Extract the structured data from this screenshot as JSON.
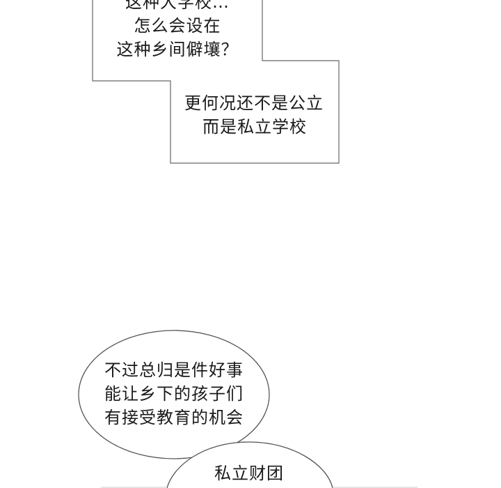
{
  "panels": [
    {
      "id": "box-upper",
      "lines": [
        "这种大学校…",
        "怎么会设在",
        "这种乡间僻壤？"
      ]
    },
    {
      "id": "box-lower",
      "lines": [
        "更何况还不是公立",
        "而是私立学校"
      ]
    },
    {
      "id": "oval-bubble",
      "lines": [
        "不过总归是件好事",
        "能让乡下的孩子们",
        "有接受教育的机会"
      ]
    },
    {
      "id": "bottom-bubble",
      "lines": [
        "私立财团"
      ]
    }
  ],
  "colors": {
    "outline": "#555555",
    "text": "#1a1a1a",
    "background": "#ffffff"
  }
}
